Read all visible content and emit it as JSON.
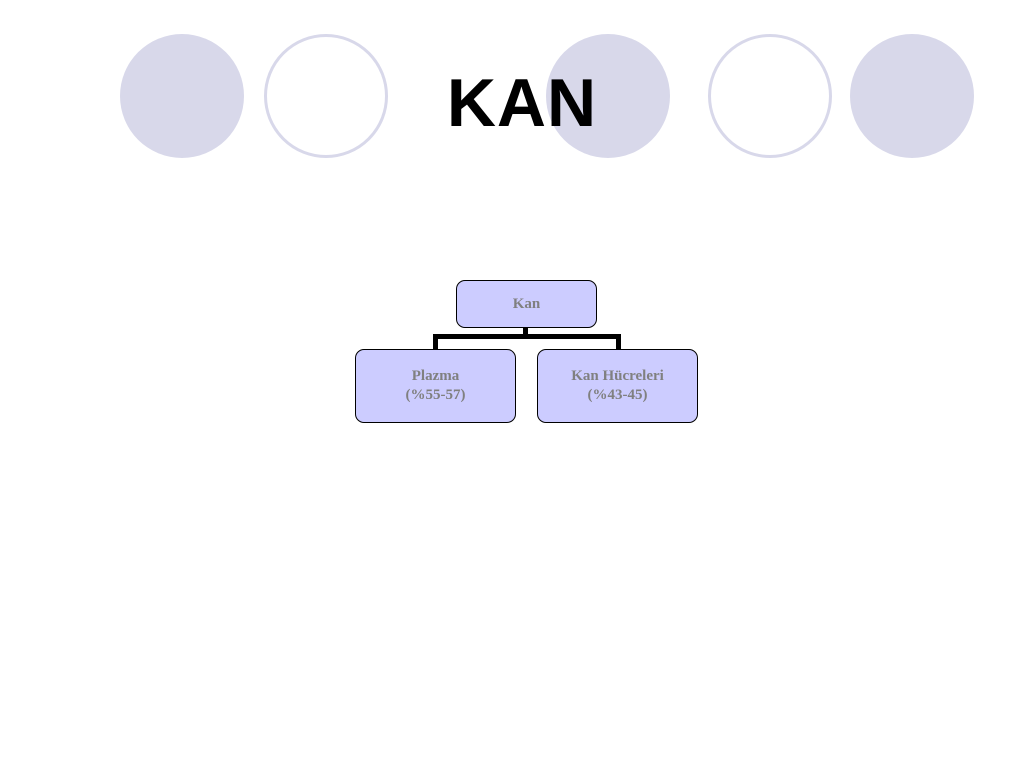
{
  "slide": {
    "title": "KAN"
  },
  "org_chart": {
    "root": {
      "label": "Kan"
    },
    "children": [
      {
        "label": "Plazma",
        "sublabel": "(%55-57)"
      },
      {
        "label": "Kan Hücreleri",
        "sublabel": "(%43-45)"
      }
    ]
  },
  "colors": {
    "circle_fill": "#d8d8ea",
    "node_fill": "#ccccff",
    "node_text": "#808080",
    "title_text": "#000000"
  }
}
